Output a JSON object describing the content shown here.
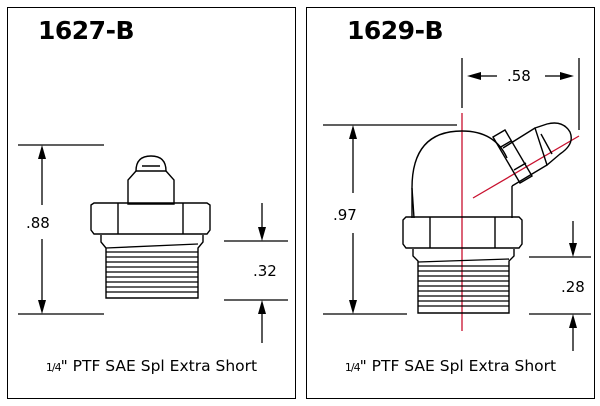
{
  "left": {
    "title": "1627-B",
    "dim_height": ".88",
    "dim_thread": ".32",
    "caption_frac": "1/4",
    "caption_rest": "\" PTF SAE Spl Extra Short"
  },
  "right": {
    "title": "1629-B",
    "dim_offset": ".58",
    "dim_height": ".97",
    "dim_thread": ".28",
    "caption_frac": "1/4",
    "caption_rest": "\" PTF SAE Spl Extra Short"
  },
  "colors": {
    "line": "#000000",
    "centerline": "#c8102e"
  }
}
